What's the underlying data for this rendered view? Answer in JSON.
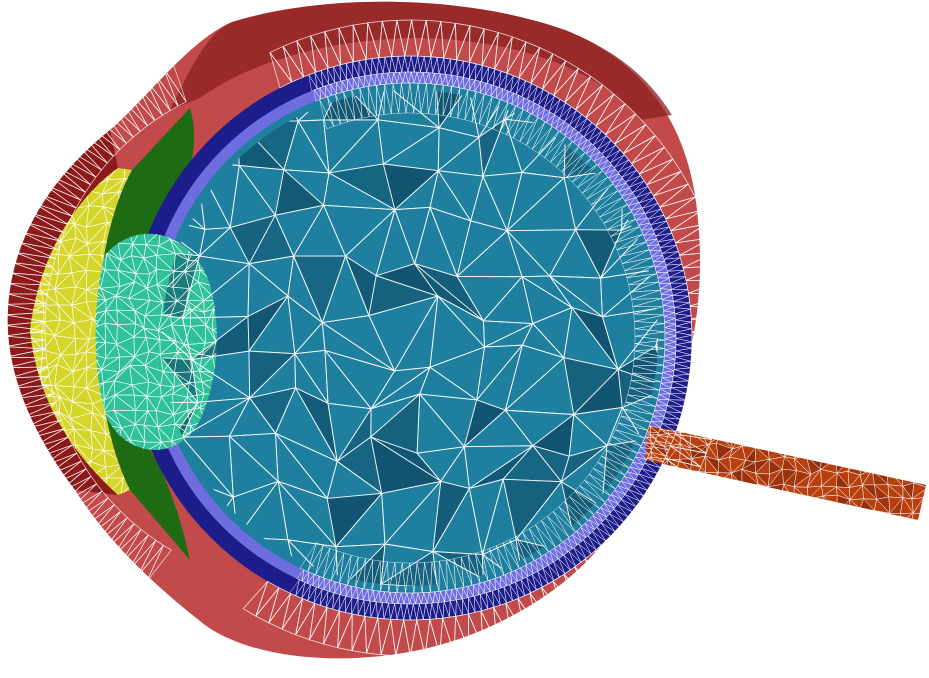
{
  "figure": {
    "kind": "finite-element mesh cross-section of an eye",
    "regions": [
      {
        "key": "sclera",
        "color": "#c24a4a",
        "shade": "#8a2020"
      },
      {
        "key": "cornea",
        "color": "#8c1a1a"
      },
      {
        "key": "aqueous",
        "color": "#d6d62a"
      },
      {
        "key": "iris-ciliary",
        "color": "#1e6b14"
      },
      {
        "key": "lens",
        "color": "#2fc19a"
      },
      {
        "key": "vitreous",
        "color": "#1f7f9e",
        "shade": "#0e4a66"
      },
      {
        "key": "choroid",
        "color": "#1c1c8a"
      },
      {
        "key": "retina",
        "color": "#6d6de0"
      },
      {
        "key": "optic-nerve",
        "color": "#b8400f",
        "shade": "#8a2a0a"
      }
    ],
    "mesh_line_color": "#ffffff"
  }
}
